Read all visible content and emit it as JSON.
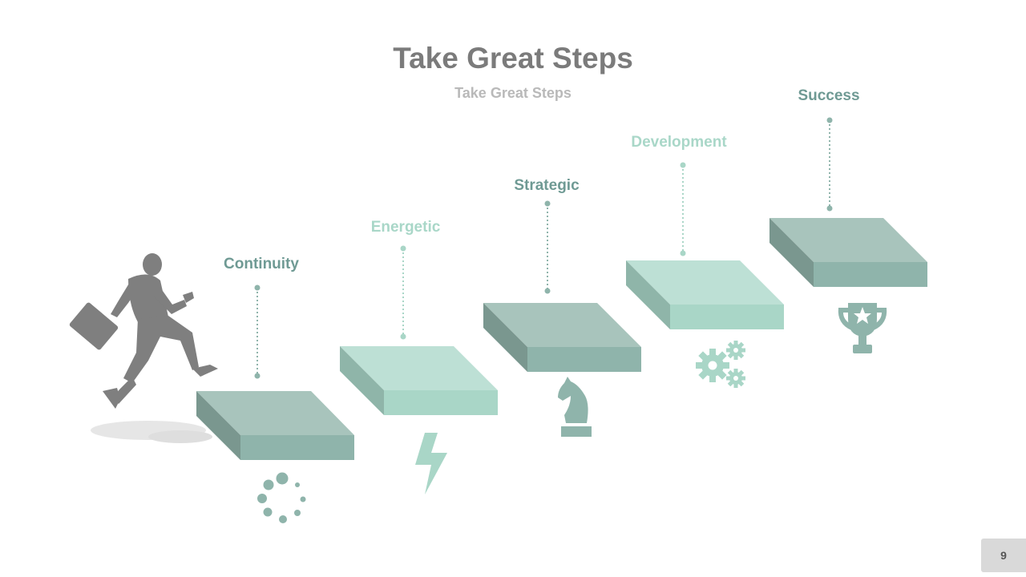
{
  "slide": {
    "title": "Take Great Steps",
    "subtitle": "Take Great Steps",
    "page_number": "9"
  },
  "steps": [
    {
      "label": "Continuity",
      "icon": "loading-dots-icon",
      "label_color": "#6f9a94"
    },
    {
      "label": "Energetic",
      "icon": "lightning-bolt-icon",
      "label_color": "#a9d7c8"
    },
    {
      "label": "Strategic",
      "icon": "chess-knight-icon",
      "label_color": "#6f9a94"
    },
    {
      "label": "Development",
      "icon": "gears-icon",
      "label_color": "#a9d7c8"
    },
    {
      "label": "Success",
      "icon": "trophy-icon",
      "label_color": "#6f9a94"
    }
  ],
  "colors": {
    "dark_top": "#a8c4bc",
    "dark_front": "#8fb4ab",
    "dark_side": "#7a978f",
    "light_top": "#bde0d5",
    "light_front": "#a9d6c7",
    "light_side": "#8fb5a9",
    "person": "#7f7f7f"
  }
}
